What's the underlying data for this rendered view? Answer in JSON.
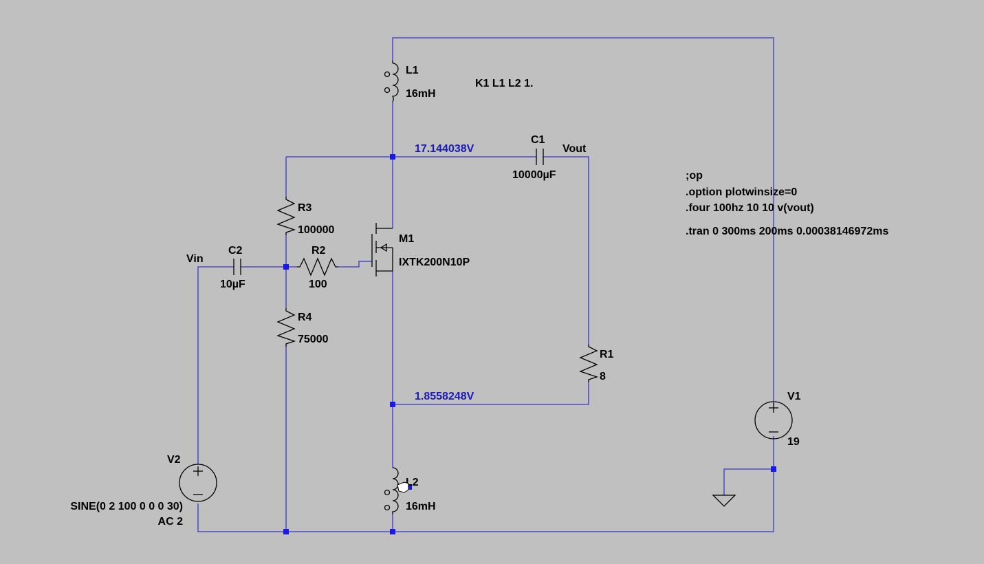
{
  "directive_k": "K1 L1 L2 1.",
  "spice_directives": [
    ";op",
    ".option plotwinsize=0",
    ".four 100hz 10 10 v(vout)",
    ".tran 0 300ms 200ms 0.00038146972ms"
  ],
  "node_voltages": {
    "drain": "17.144038V",
    "source": "1.8558248V"
  },
  "net_labels": {
    "vin": "Vin",
    "vout": "Vout"
  },
  "components": {
    "L1": {
      "name": "L1",
      "value": "16mH"
    },
    "L2": {
      "name": "L2",
      "value": "16mH"
    },
    "C1": {
      "name": "C1",
      "value": "10000µF"
    },
    "C2": {
      "name": "C2",
      "value": "10µF"
    },
    "R1": {
      "name": "R1",
      "value": "8"
    },
    "R2": {
      "name": "R2",
      "value": "100"
    },
    "R3": {
      "name": "R3",
      "value": "100000"
    },
    "R4": {
      "name": "R4",
      "value": "75000"
    },
    "M1": {
      "name": "M1",
      "value": "IXTK200N10P"
    },
    "V1": {
      "name": "V1",
      "value": "19"
    },
    "V2": {
      "name": "V2",
      "value": "SINE(0 2 100 0 0 0 30)",
      "value2": "AC 2"
    }
  },
  "colors": {
    "background": "#c0c0c0",
    "wire": "#3737c8",
    "junction": "#1a1ae6",
    "voltage_text": "#1a1ab4"
  }
}
